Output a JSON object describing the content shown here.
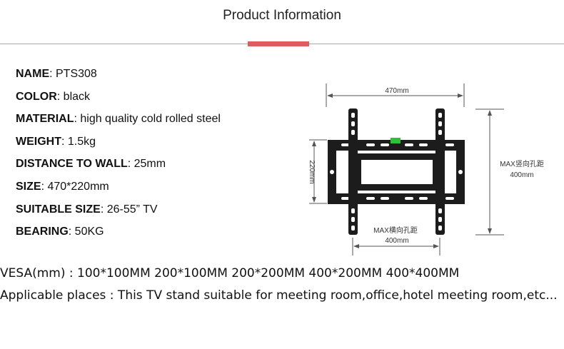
{
  "header": {
    "title": "Product Information",
    "accent_color": "#e05a5e"
  },
  "specs": [
    {
      "key": "NAME",
      "value": "PTS308"
    },
    {
      "key": "COLOR",
      "value": "black"
    },
    {
      "key": "MATERIAL",
      "value": "high quality cold rolled steel"
    },
    {
      "key": "WEIGHT",
      "value": "1.5kg"
    },
    {
      "key": "DISTANCE TO WALL",
      "value": "25mm"
    },
    {
      "key": "SIZE",
      "value": "470*220mm"
    },
    {
      "key": "SUITABLE SIZE",
      "value": "26-55” TV"
    },
    {
      "key": "BEARING",
      "value": "50KG"
    }
  ],
  "diagram": {
    "width_label": "470mm",
    "height_label": "220mm",
    "vertical_hole_label_line1": "MAX竖向孔距",
    "vertical_hole_label_line2": "400mm",
    "horizontal_hole_label_line1": "MAX横向孔距",
    "horizontal_hole_label_line2": "400mm",
    "level_color": "#2fbf3a"
  },
  "footer": {
    "vesa": "VESA(mm) : 100*100MM 200*100MM  200*200MM 400*200MM 400*400MM",
    "places": "Applicable places : This TV stand suitable for meeting room,office,hotel meeting room,etc..."
  }
}
